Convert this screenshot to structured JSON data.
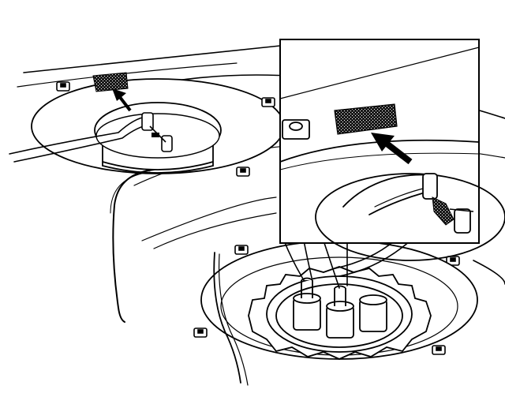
{
  "diagram": {
    "colors": {
      "background": "#ffffff",
      "ink": "#000000",
      "foam_fill": "#1a1a1a"
    },
    "parts": [
      {
        "id": "foam-pad",
        "icon": "foam-pad-icon"
      },
      {
        "id": "arrow",
        "icon": "up-arrow-icon"
      },
      {
        "id": "sensor-wire",
        "icon": "wire-icon"
      },
      {
        "id": "connector-plug",
        "icon": "plug-icon"
      },
      {
        "id": "mounting-tab",
        "icon": "tab-icon"
      },
      {
        "id": "pump-module",
        "icon": "pump-icon"
      }
    ],
    "inset": {
      "description_shown": false
    }
  }
}
